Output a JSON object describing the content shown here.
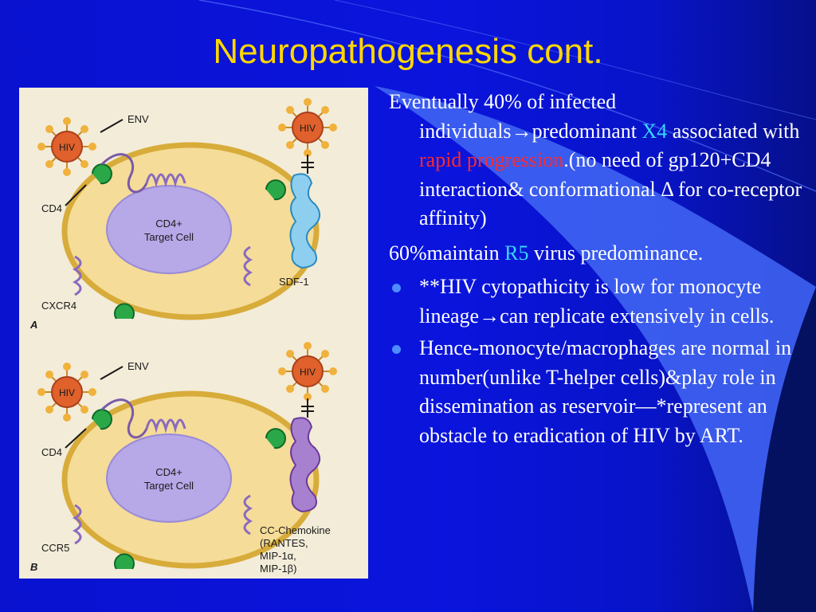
{
  "slide": {
    "title": "Neuropathogenesis cont."
  },
  "content": {
    "para1": {
      "pre": "Eventually 40% of infected individuals",
      "arrow": "→",
      "mid": "predominant ",
      "x4": "X4",
      "after_x4": " associated with ",
      "rapid": "rapid progression",
      "rest": ".(no need of gp120+CD4 interaction& conformational Δ for co-receptor affinity)"
    },
    "para2": {
      "pre": "60%maintain ",
      "r5": "R5",
      "rest": " virus predominance."
    },
    "bullet1": {
      "pre": "**HIV cytopathicity is low for monocyte lineage",
      "arrow": "→",
      "rest": "can replicate extensively in cells."
    },
    "bullet2": {
      "text": "Hence-monocyte/macrophages are normal in number(unlike T-helper cells)&play role in dissemination as reservoir—*represent an obstacle to eradication of HIV by ART."
    }
  },
  "figure": {
    "panel_a": {
      "letter": "A",
      "hiv_left": "HIV",
      "hiv_right": "HIV",
      "env": "ENV",
      "cd4": "CD4",
      "cell_line1": "CD4+",
      "cell_line2": "Target Cell",
      "coreceptor": "CXCR4",
      "ligand": "SDF-1"
    },
    "panel_b": {
      "letter": "B",
      "hiv_left": "HIV",
      "hiv_right": "HIV",
      "env": "ENV",
      "cd4": "CD4",
      "cell_line1": "CD4+",
      "cell_line2": "Target Cell",
      "coreceptor": "CCR5",
      "ligand_line1": "CC-Chemokine",
      "ligand_line2": "(RANTES,",
      "ligand_line3": "MIP-1α,",
      "ligand_line4": "MIP-1β)"
    }
  },
  "colors": {
    "background": "#0a14d8",
    "title": "#ffd700",
    "accent_cyan": "#37d8ff",
    "accent_red": "#ff2a2a",
    "bullet": "#4d8cff"
  }
}
